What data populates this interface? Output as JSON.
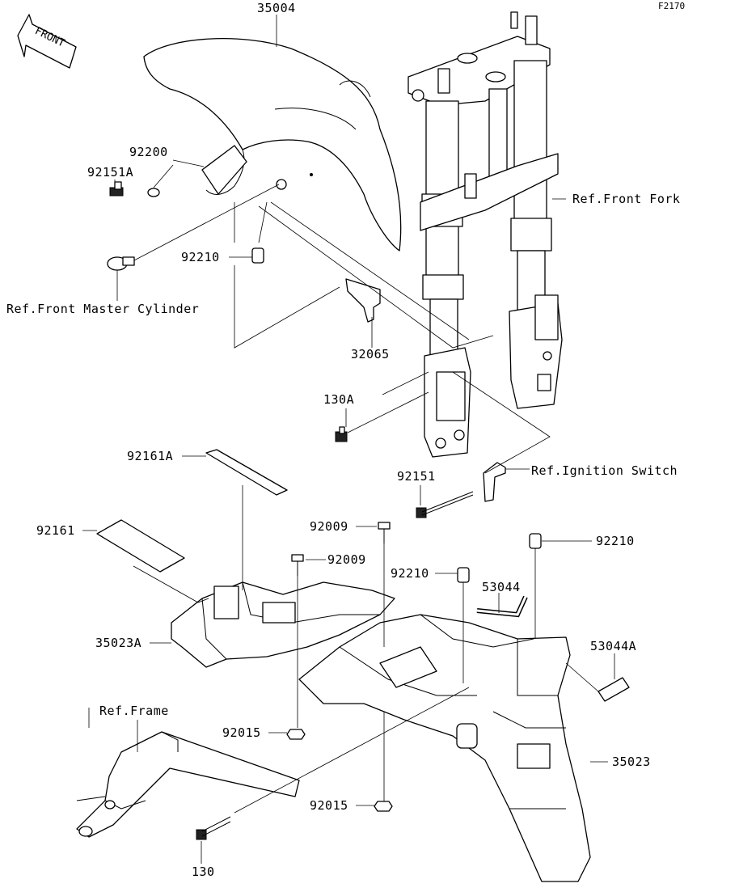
{
  "diagram_code": "F2170",
  "front_badge": "FRONT",
  "parts": {
    "p35004": "35004",
    "p92200": "92200",
    "p92151A": "92151A",
    "p92210_top": "92210",
    "p32065": "32065",
    "p130A": "130A",
    "p92151": "92151",
    "p92161A": "92161A",
    "p92161": "92161",
    "p92009_a": "92009",
    "p92009_b": "92009",
    "p92210_mid": "92210",
    "p92210_right": "92210",
    "p53044": "53044",
    "p53044A": "53044A",
    "p35023A": "35023A",
    "p35023": "35023",
    "p92015_a": "92015",
    "p92015_b": "92015",
    "p130": "130"
  },
  "refs": {
    "front_fork": "Ref.Front Fork",
    "front_master_cylinder": "Ref.Front Master Cylinder",
    "ignition_switch": "Ref.Ignition Switch",
    "frame": "Ref.Frame"
  }
}
